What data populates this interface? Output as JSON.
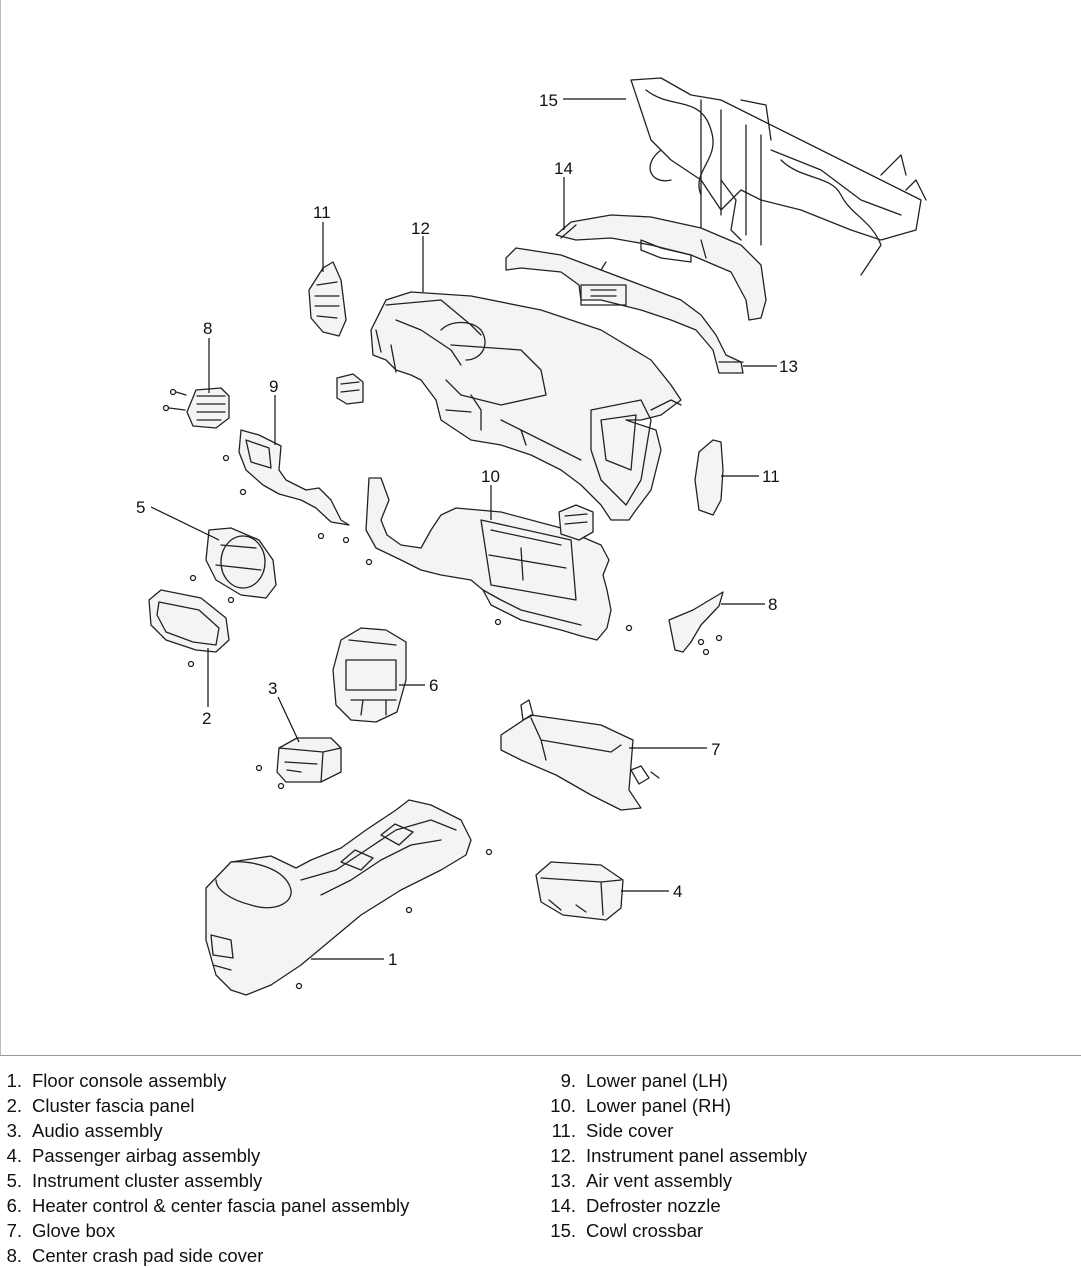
{
  "callouts": {
    "c1": "1",
    "c2": "2",
    "c3": "3",
    "c4": "4",
    "c5": "5",
    "c6": "6",
    "c7": "7",
    "c8a": "8",
    "c8b": "8",
    "c9": "9",
    "c10": "10",
    "c11a": "11",
    "c11b": "11",
    "c12": "12",
    "c13": "13",
    "c14": "14",
    "c15": "15"
  },
  "legend": {
    "left": [
      {
        "num": "1.",
        "text": "Floor console assembly"
      },
      {
        "num": "2.",
        "text": "Cluster fascia panel"
      },
      {
        "num": "3.",
        "text": "Audio assembly"
      },
      {
        "num": "4.",
        "text": "Passenger airbag assembly"
      },
      {
        "num": "5.",
        "text": "Instrument cluster assembly"
      },
      {
        "num": "6.",
        "text": "Heater control & center fascia panel assembly"
      },
      {
        "num": "7.",
        "text": "Glove box"
      },
      {
        "num": "8.",
        "text": "Center crash pad side cover"
      }
    ],
    "right": [
      {
        "num": "9.",
        "text": "Lower panel (LH)"
      },
      {
        "num": "10.",
        "text": "Lower panel (RH)"
      },
      {
        "num": "11.",
        "text": "Side cover"
      },
      {
        "num": "12.",
        "text": "Instrument panel assembly"
      },
      {
        "num": "13.",
        "text": "Air vent assembly"
      },
      {
        "num": "14.",
        "text": "Defroster nozzle"
      },
      {
        "num": "15.",
        "text": "Cowl crossbar"
      }
    ]
  }
}
